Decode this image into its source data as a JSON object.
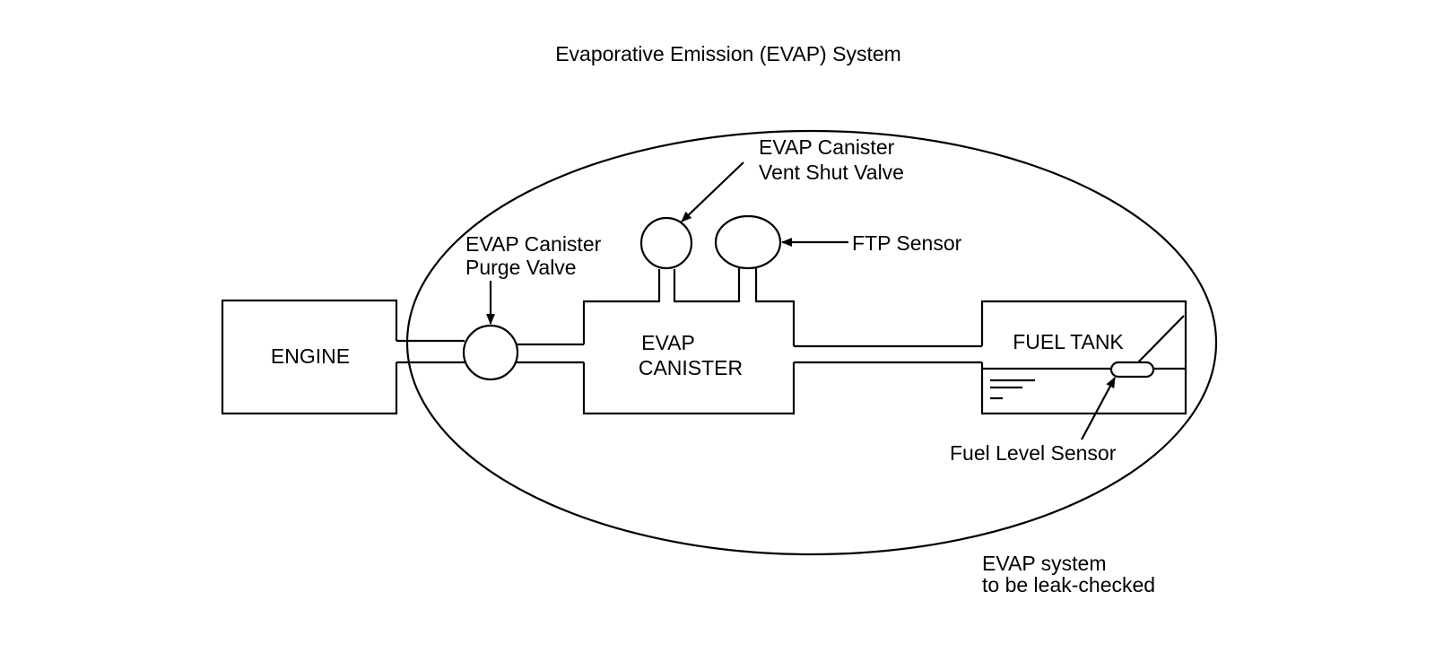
{
  "diagram": {
    "title": "Evaporative Emission (EVAP) System",
    "labels": {
      "engine": "ENGINE",
      "canister_line1": "EVAP",
      "canister_line2": "CANISTER",
      "fuel_tank": "FUEL TANK",
      "purge_valve_line1": "EVAP Canister",
      "purge_valve_line2": "Purge Valve",
      "vent_valve_line1": "EVAP Canister",
      "vent_valve_line2": "Vent Shut Valve",
      "ftp_sensor": "FTP Sensor",
      "fuel_level_sensor": "Fuel Level Sensor",
      "boundary_note_line1": "EVAP system",
      "boundary_note_line2": "to be leak-checked"
    }
  }
}
